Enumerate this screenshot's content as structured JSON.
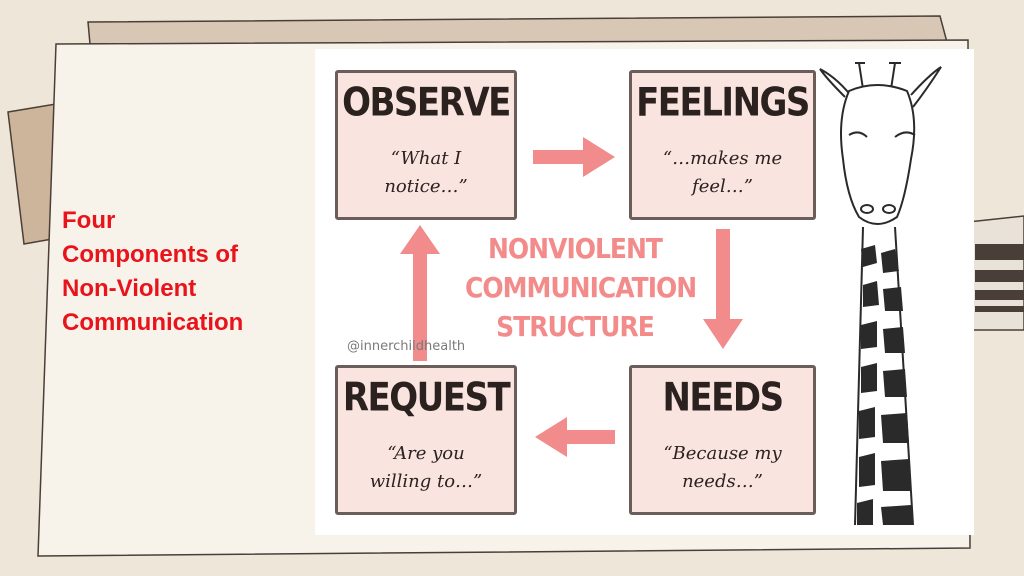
{
  "slide": {
    "title_lines": [
      "Four",
      "Components of",
      "Non-Violent",
      "Communication"
    ]
  },
  "diagram": {
    "center_lines": [
      "NONVIOLENT",
      "COMMUNICATION",
      "STRUCTURE"
    ],
    "handle": "@innerchildhealth",
    "cards": {
      "observe": {
        "head": "OBSERVE",
        "quote": [
          "“What I",
          "notice…”"
        ]
      },
      "feelings": {
        "head": "FEELINGS",
        "quote": [
          "“…makes me",
          "feel…”"
        ]
      },
      "needs": {
        "head": "NEEDS",
        "quote": [
          "“Because my",
          "needs…”"
        ]
      },
      "request": {
        "head": "REQUEST",
        "quote": [
          "“Are you",
          "willing to…”"
        ]
      }
    },
    "colors": {
      "card_fill": "#f9e4e0",
      "card_border": "#6b5e5a",
      "arrow": "#f28b8b",
      "title_red": "#e8131b"
    }
  }
}
